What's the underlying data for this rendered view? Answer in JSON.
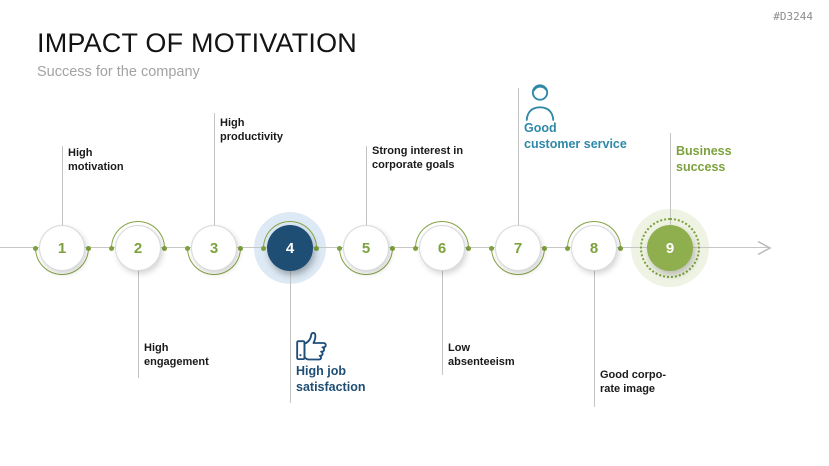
{
  "slide": {
    "title": "IMPACT OF MOTIVATION",
    "subtitle": "Success for the company",
    "slide_id": "#D3244"
  },
  "colors": {
    "accent_green": "#7DA23D",
    "step9_fill_green": "#8FAE4E",
    "highlight_navy": "#1E4E74",
    "accent_teal": "#2E89A9",
    "halo_blue": "#DDEAF6",
    "halo_green": "#EFF3E4",
    "axis_gray": "#C6C6C6",
    "label_black": "#1A1A1A",
    "subtitle_gray": "#A3A3A3"
  },
  "timeline": {
    "items": [
      {
        "number": "1",
        "label": "High\nmotivation",
        "side": "top",
        "style": "default",
        "icon": null
      },
      {
        "number": "2",
        "label": "High\nengagement",
        "side": "bottom",
        "style": "default",
        "icon": null
      },
      {
        "number": "3",
        "label": "High\nproductivity",
        "side": "top",
        "style": "default",
        "icon": null
      },
      {
        "number": "4",
        "label": "High job\nsatisfaction",
        "side": "bottom",
        "style": "highlight-navy",
        "icon": "thumbs-up-icon"
      },
      {
        "number": "5",
        "label": "Strong interest in\ncorporate goals",
        "side": "top",
        "style": "default",
        "icon": null
      },
      {
        "number": "6",
        "label": "Low\nabsenteeism",
        "side": "bottom",
        "style": "default",
        "icon": null
      },
      {
        "number": "7",
        "label": "Good\ncustomer service",
        "side": "top",
        "style": "accent-teal",
        "icon": "person-icon"
      },
      {
        "number": "8",
        "label": "Good corpo-\nrate image",
        "side": "bottom",
        "style": "default",
        "icon": null
      },
      {
        "number": "9",
        "label": "Business\nsuccess",
        "side": "top",
        "style": "highlight-green",
        "icon": null
      }
    ]
  }
}
